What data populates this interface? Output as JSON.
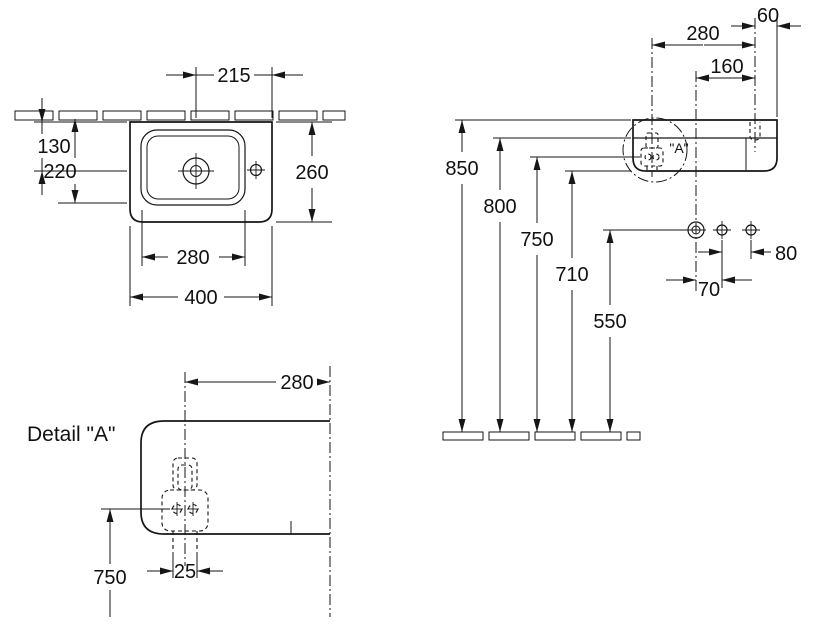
{
  "plan_view": {
    "dim_215": "215",
    "dim_130": "130",
    "dim_220": "220",
    "dim_260": "260",
    "dim_280": "280",
    "dim_400": "400"
  },
  "elevation_view": {
    "dim_60": "60",
    "dim_280": "280",
    "dim_160": "160",
    "dim_850": "850",
    "dim_800": "800",
    "dim_750": "750",
    "dim_710": "710",
    "dim_550": "550",
    "dim_80": "80",
    "dim_70": "70",
    "detail_marker": "\"A\""
  },
  "detail_view": {
    "title": "Detail \"A\"",
    "dim_280": "280",
    "dim_750": "750",
    "dim_25": "25"
  }
}
